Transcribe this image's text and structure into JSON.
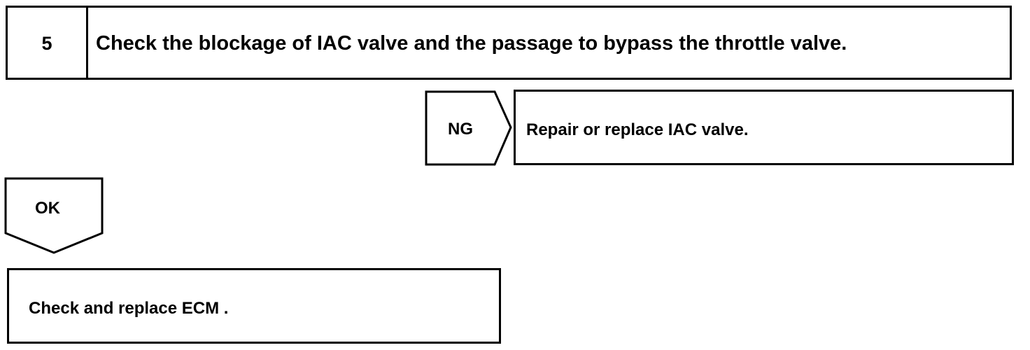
{
  "step": {
    "number": "5",
    "text": "Check the blockage of IAC valve and the passage to bypass the throttle valve."
  },
  "ng_branch": {
    "label": "NG",
    "result": "Repair or replace IAC valve."
  },
  "ok_branch": {
    "label": "OK",
    "result": "Check and replace ECM ."
  }
}
